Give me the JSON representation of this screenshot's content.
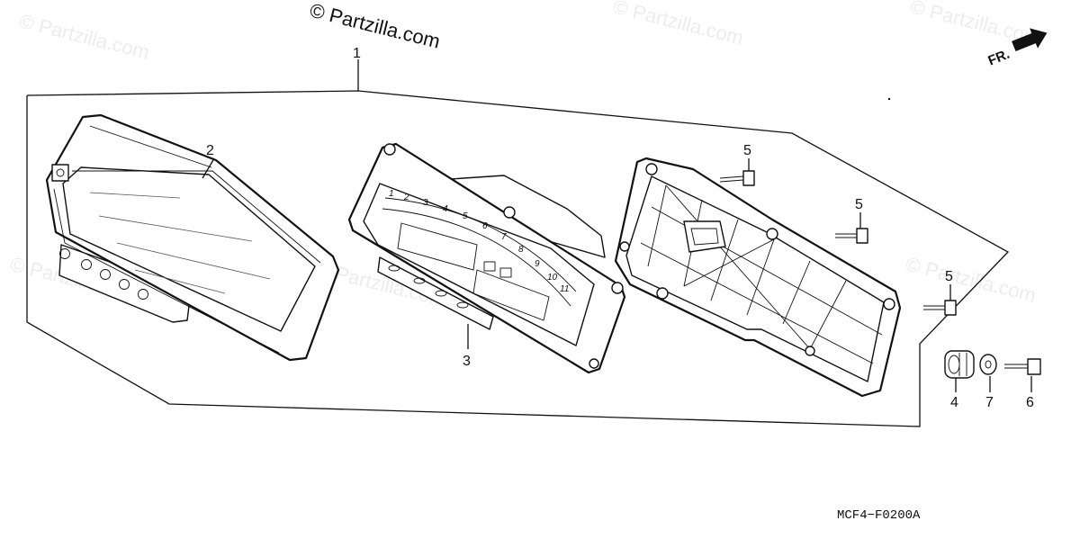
{
  "watermark": {
    "main": "© Partzilla.com",
    "faint": "© Partzilla.com"
  },
  "direction_indicator": {
    "label": "FR."
  },
  "callouts": {
    "assembly": "1",
    "lens_cover": "2",
    "meter_body": "3",
    "grommet": "4",
    "screw_a": "5",
    "screw_b": "5",
    "screw_c": "5",
    "screw_d": "6",
    "washer": "7"
  },
  "gauge_numbers": [
    "1",
    "2",
    "3",
    "4",
    "5",
    "6",
    "7",
    "8",
    "9",
    "10",
    "11"
  ],
  "diagram_code": "MCF4−F0200A"
}
